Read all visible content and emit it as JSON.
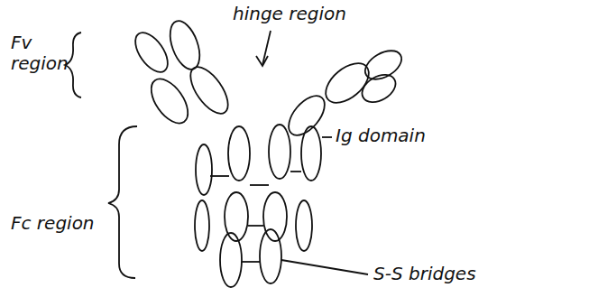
{
  "diagram": {
    "labels": [
      "Fv region",
      "hinge region",
      "Ig domain",
      "Fc region",
      "S-S bridges"
    ]
  }
}
